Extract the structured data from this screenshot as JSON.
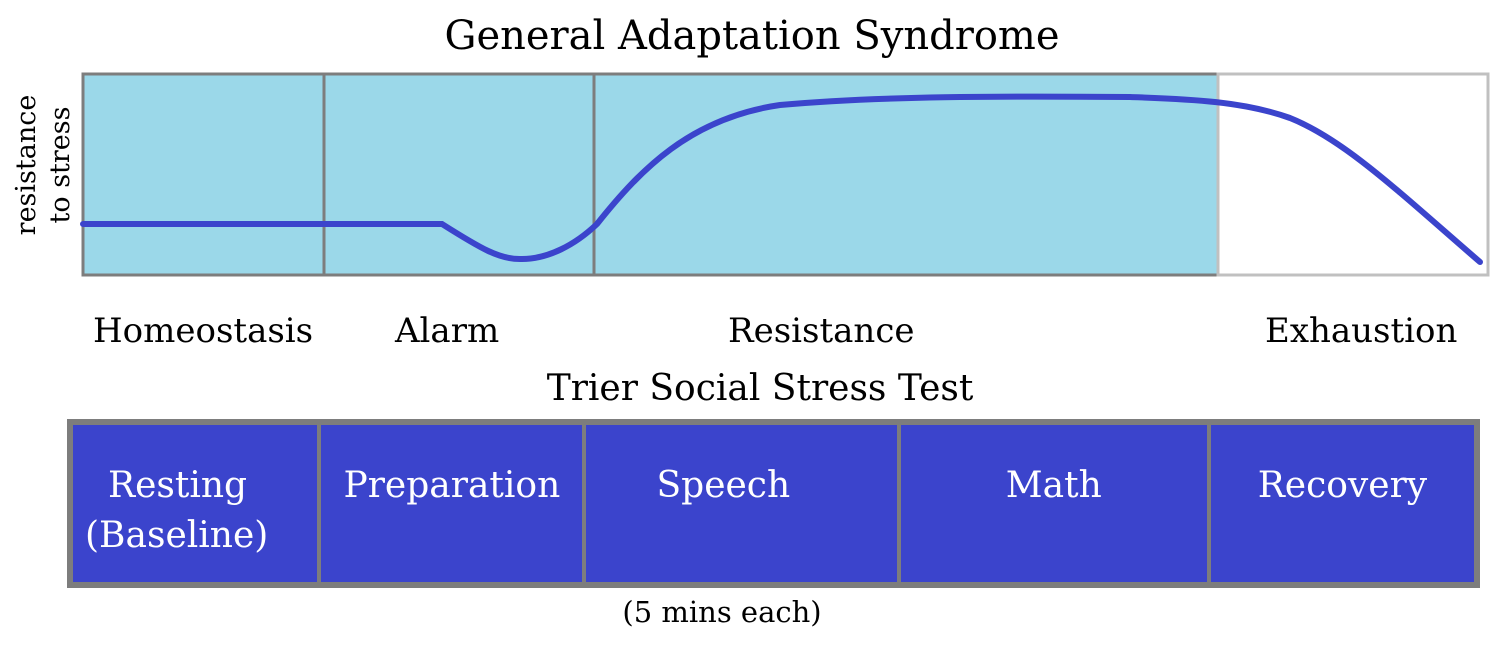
{
  "title": "General Adaptation Syndrome",
  "y_axis_label": [
    "resistance",
    "to stress"
  ],
  "gas_phases": [
    {
      "label": "Homeostasis"
    },
    {
      "label": "Alarm"
    },
    {
      "label": "Resistance"
    },
    {
      "label": "Exhaustion"
    }
  ],
  "tsst": {
    "title": "Trier Social Stress Test",
    "stages": [
      {
        "label_lines": [
          "Resting",
          "(Baseline)"
        ]
      },
      {
        "label_lines": [
          "Preparation"
        ]
      },
      {
        "label_lines": [
          "Speech"
        ]
      },
      {
        "label_lines": [
          "Math"
        ]
      },
      {
        "label_lines": [
          "Recovery"
        ]
      }
    ],
    "footnote": "(5 mins each)"
  },
  "colors": {
    "phase_fill": "#9bd8e9",
    "phase_border": "#7d7d7d",
    "exhaustion_border": "#c0c0c0",
    "curve": "#3b44cc",
    "tsst_cell": "#3b44cc"
  }
}
